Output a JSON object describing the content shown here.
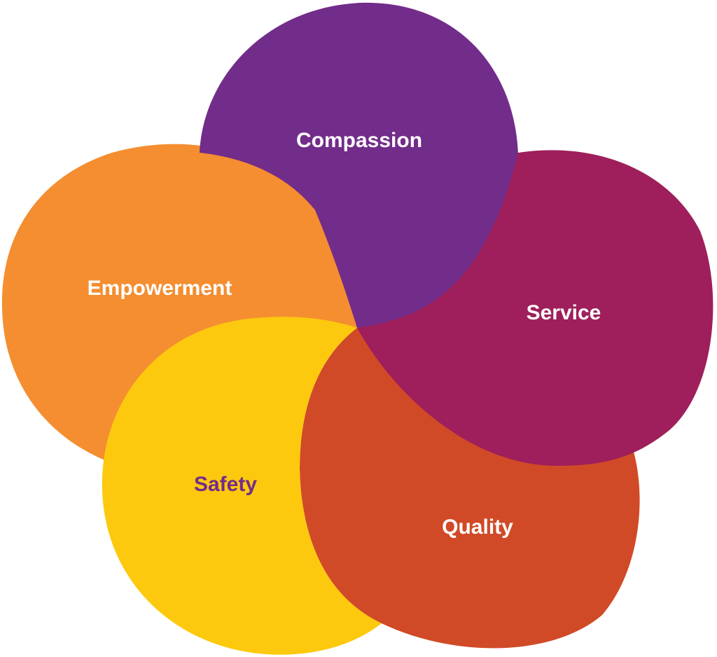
{
  "petals": [
    {
      "id": "empowerment",
      "label": "Empowerment",
      "fill": "#F48E31",
      "text_color": "#FFFFFF"
    },
    {
      "id": "compassion",
      "label": "Compassion",
      "fill": "#722C8A",
      "text_color": "#FFFFFF"
    },
    {
      "id": "service",
      "label": "Service",
      "fill": "#9E1F5B",
      "text_color": "#FFFFFF"
    },
    {
      "id": "quality",
      "label": "Quality",
      "fill": "#D14A27",
      "text_color": "#FFFFFF"
    },
    {
      "id": "safety",
      "label": "Safety",
      "fill": "#FDC90E",
      "text_color": "#722C8A"
    }
  ]
}
